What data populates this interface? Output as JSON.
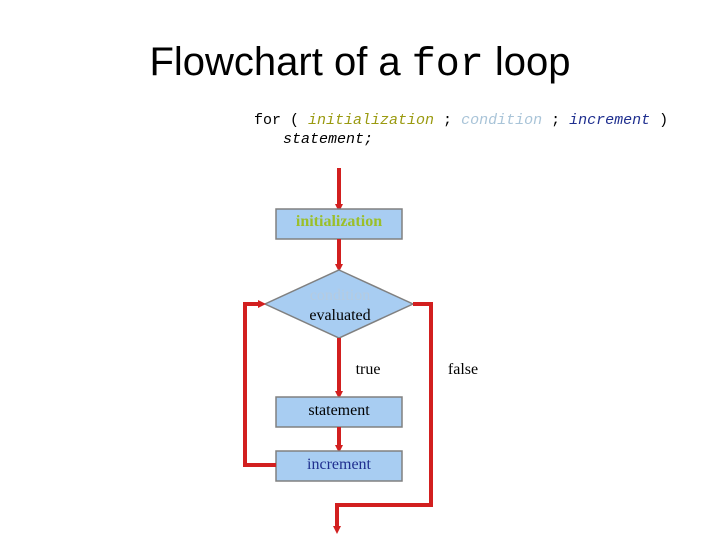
{
  "title": {
    "prefix": "Flowchart of a ",
    "keyword": "for",
    "suffix": " loop"
  },
  "code": {
    "for": "for ( ",
    "initialization": "initialization",
    "sep1": " ; ",
    "condition": "condition",
    "sep2": " ; ",
    "increment": "increment",
    "close": " )",
    "statement": "statement;"
  },
  "nodes": {
    "initialization": "initialization",
    "condition_line1": "condition",
    "condition_line2": "evaluated",
    "statement": "statement",
    "increment": "increment"
  },
  "edges": {
    "true_label": "true",
    "false_label": "false"
  },
  "colors": {
    "arrow": "#d21f1f",
    "box_fill": "#a8cdf2",
    "box_border": "#808080",
    "initialization_text": "#9bbf2a",
    "condition_text": "#b5cbe0",
    "increment_text": "#1f2f8f"
  }
}
